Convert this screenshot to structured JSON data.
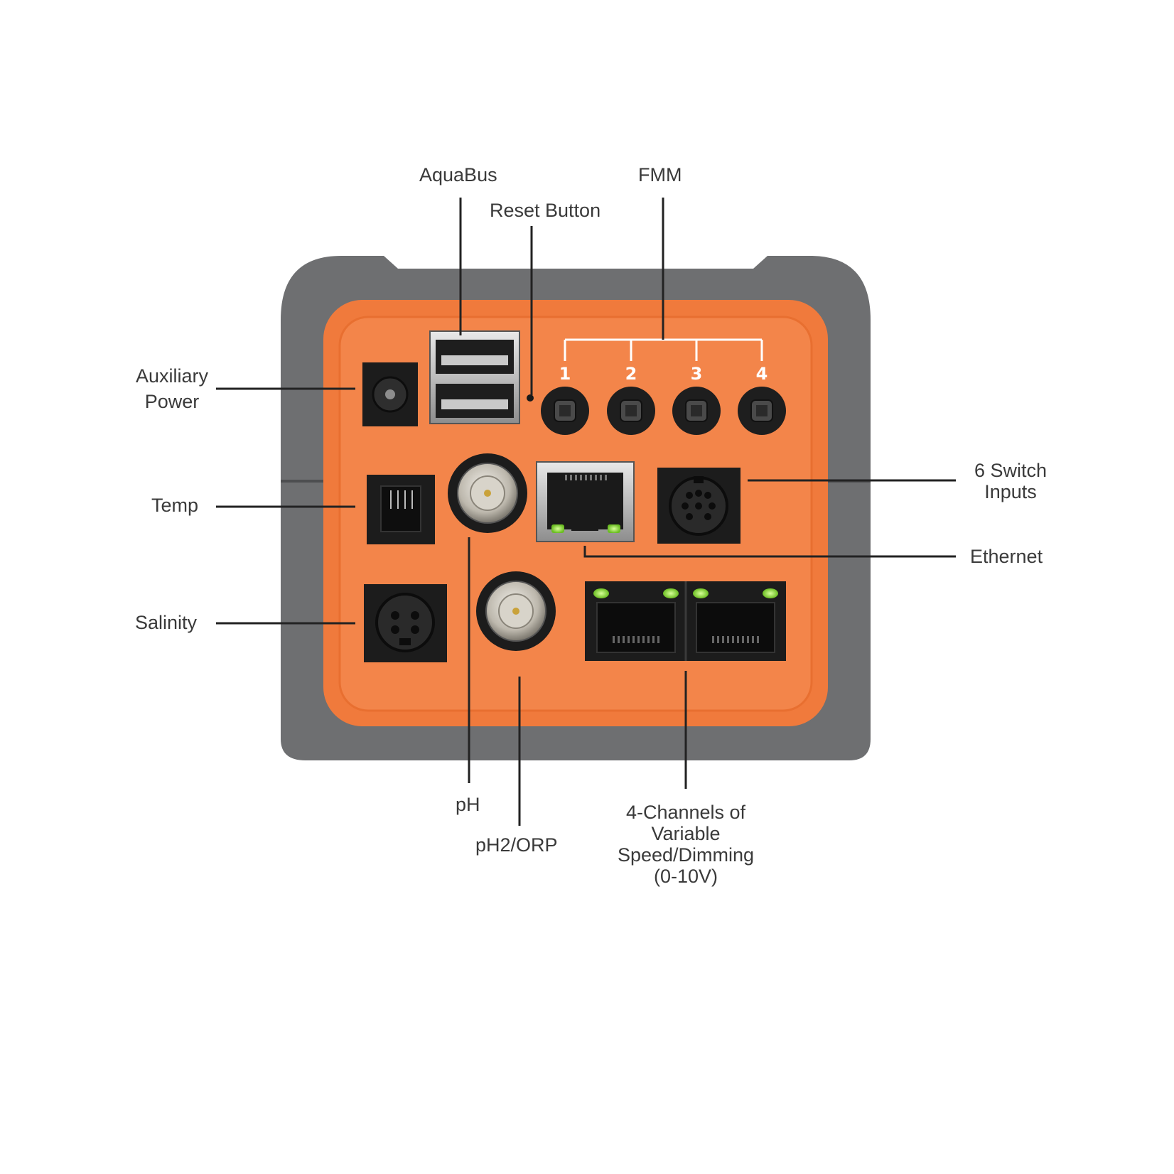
{
  "labels": {
    "aquabus": "AquaBus",
    "fmm": "FMM",
    "reset_button": "Reset Button",
    "auxiliary_power_1": "Auxiliary",
    "auxiliary_power_2": "Power",
    "temp": "Temp",
    "salinity": "Salinity",
    "switch_inputs_1": "6 Switch",
    "switch_inputs_2": "Inputs",
    "ethernet": "Ethernet",
    "ph": "pH",
    "ph2_orp": "pH2/ORP",
    "channels_1": "4-Channels of",
    "channels_2": "Variable",
    "channels_3": "Speed/Dimming",
    "channels_4": "(0-10V)"
  },
  "fmm_ports": [
    "1",
    "2",
    "3",
    "4"
  ],
  "colors": {
    "housing_gray": "#6e6f71",
    "panel_orange": "#f07a3c",
    "port_black": "#1c1c1c",
    "led_green": "#8fd63a",
    "leader_line": "#222222"
  }
}
